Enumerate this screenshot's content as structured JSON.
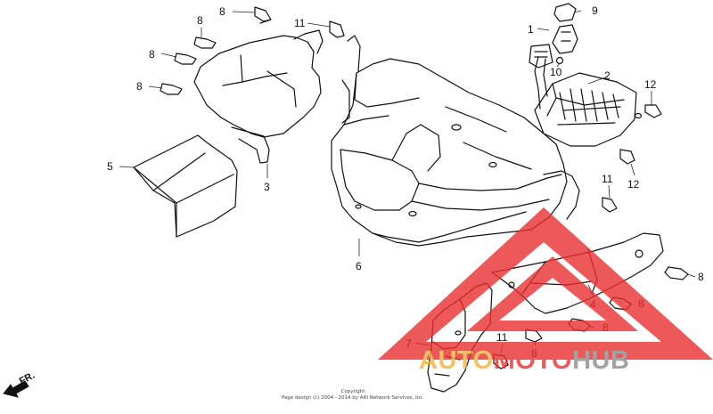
{
  "diagram": {
    "callouts": {
      "c1": "1",
      "c2": "2",
      "c3": "3",
      "c4": "4",
      "c5": "5",
      "c6": "6",
      "c7": "7",
      "c8": "8",
      "c9": "9",
      "c10": "10",
      "c11": "11",
      "c12": "12"
    },
    "direction_label": "FR.",
    "copyright_line1": "Copyright",
    "copyright_line2": "Page design (c) 2004 - 2014 by ARI Network Services, Inc."
  },
  "watermark": {
    "part1": "AUTO",
    "part2": "MOTO",
    "part3": "HUB",
    "colors": {
      "red": "#e8302f",
      "gold": "#f2b33d",
      "grey": "#8c8c8c"
    }
  }
}
